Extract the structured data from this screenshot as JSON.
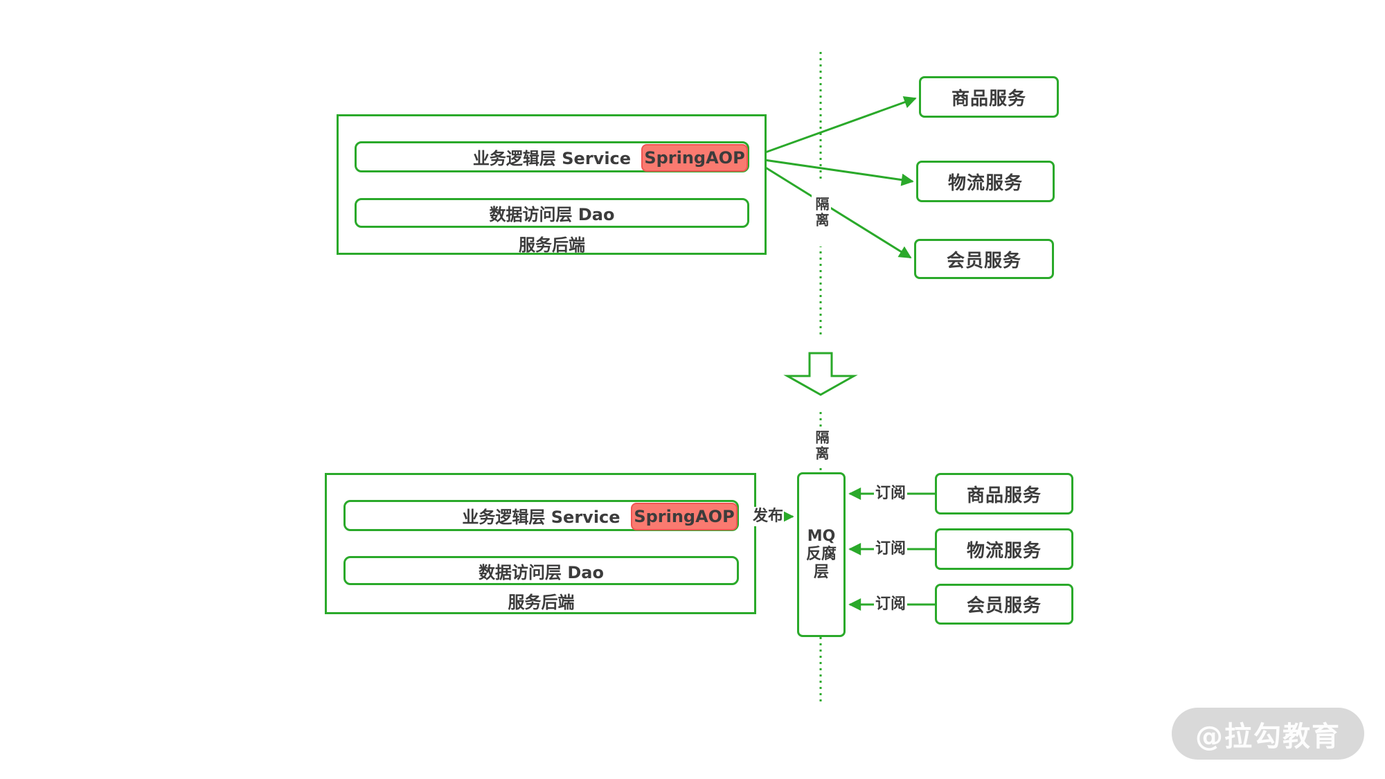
{
  "colors": {
    "diagram_green": "#2aa92a",
    "badge_red_fill": "#fa7a70",
    "badge_red_border": "#f05552",
    "text_dark": "#3c3c3c",
    "watermark_bg": "#d9d9d9",
    "watermark_text": "#ffffff"
  },
  "top_diagram": {
    "backend": {
      "service_layer_label": "业务逻辑层 Service",
      "aop_badge_label": "SpringAOP",
      "dao_layer_label": "数据访问层 Dao",
      "group_label": "服务后端"
    },
    "isolation_label": "隔离",
    "services": [
      {
        "label": "商品服务"
      },
      {
        "label": "物流服务"
      },
      {
        "label": "会员服务"
      }
    ]
  },
  "bottom_diagram": {
    "backend": {
      "service_layer_label": "业务逻辑层 Service",
      "aop_badge_label": "SpringAOP",
      "dao_layer_label": "数据访问层 Dao",
      "group_label": "服务后端"
    },
    "isolation_label": "隔离",
    "mq_label": "MQ\n反腐\n层",
    "publish_label": "发布",
    "subscribe_label": "订阅",
    "services": [
      {
        "label": "商品服务"
      },
      {
        "label": "物流服务"
      },
      {
        "label": "会员服务"
      }
    ]
  },
  "watermark": {
    "label": "@拉勾教育"
  }
}
